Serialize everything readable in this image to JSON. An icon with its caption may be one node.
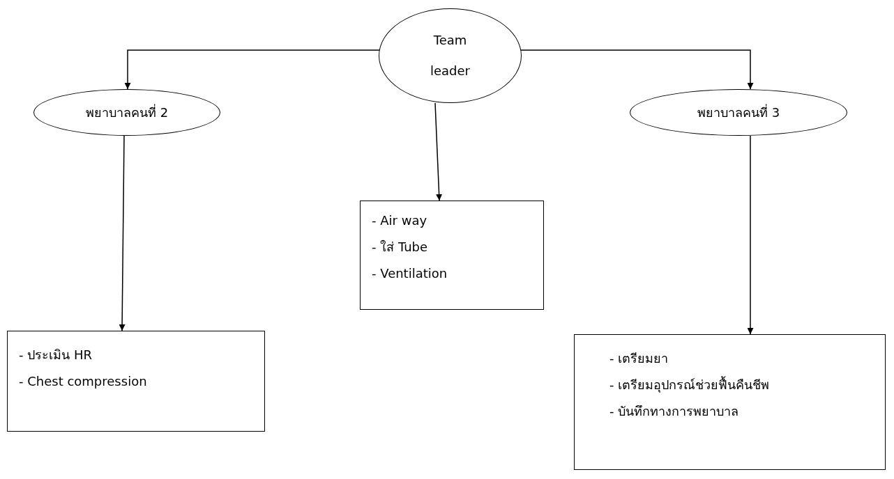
{
  "diagram": {
    "nodes": [
      {
        "text": [
          "Team leader"
        ]
      },
      {
        "text": [
          "พยาบาลคนที่ 2"
        ]
      },
      {
        "text": [
          "พยาบาลคนที่ 3"
        ]
      },
      {
        "text": [
          "- Air way",
          "- ใส่ Tube",
          "- Ventilation"
        ]
      },
      {
        "text": [
          "- ประเมิน HR",
          "- Chest compression"
        ]
      },
      {
        "text": [
          "-  เตรียมยา",
          "- เตรียมอุปกรณ์ช่วยฟื้นคืนชีพ",
          "- บันทึกทางการพยาบาล"
        ]
      }
    ],
    "edges": [
      {
        "from": 0,
        "to": 1,
        "arrow": "to"
      },
      {
        "from": 0,
        "to": 2,
        "arrow": "to"
      },
      {
        "from": 0,
        "to": 3,
        "arrow": "to"
      },
      {
        "from": 1,
        "to": 4,
        "arrow": "to"
      },
      {
        "from": 2,
        "to": 5,
        "arrow": "to"
      }
    ]
  }
}
